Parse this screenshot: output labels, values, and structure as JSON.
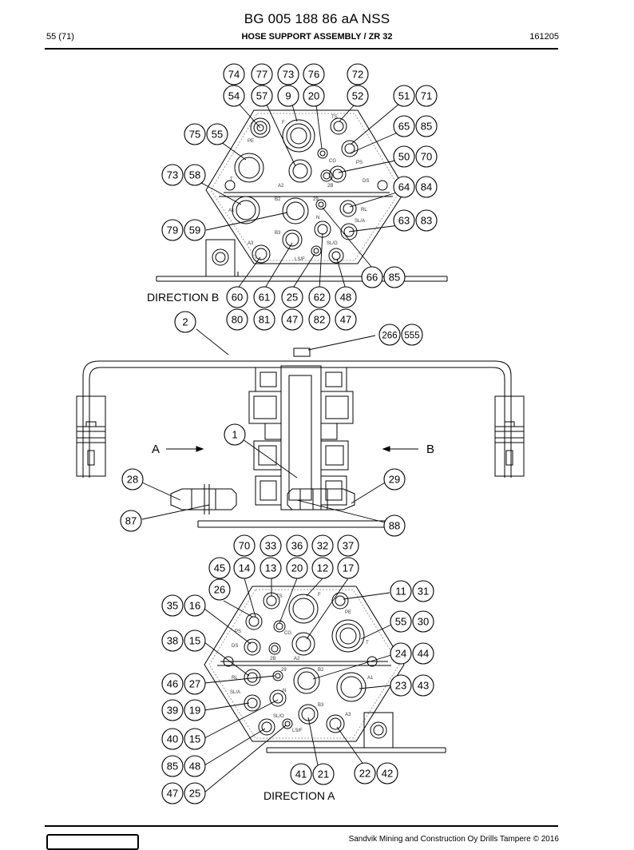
{
  "header": {
    "title": "BG 005 188 86 aA NSS",
    "page": "55 (71)",
    "section": "HOSE SUPPORT ASSEMBLY / ZR 32",
    "date": "161205"
  },
  "footer": {
    "copyright": "Sandvik Mining and Construction Oy Drills Tampere © 2016"
  },
  "views": {
    "direction_b": "DIRECTION B",
    "direction_a": "DIRECTION A",
    "arrow_a": "A",
    "arrow_b": "B"
  },
  "ports_b": [
    "PE",
    "F",
    "TS",
    "CG",
    "PS",
    "T",
    "A2",
    "2B",
    "DS",
    "B2",
    "29",
    "RL",
    "A1",
    "N",
    "SL/A",
    "B3",
    "A3",
    "LS/F",
    "SL/O"
  ],
  "ports_a": [
    "TS",
    "F",
    "PE",
    "PS",
    "CG",
    "T",
    "DS",
    "2B",
    "A2",
    "29",
    "B2",
    "RL",
    "A1",
    "SL/A",
    "N",
    "SL/O",
    "B3",
    "A3",
    "LS/F"
  ],
  "balloons": [
    "74",
    "77",
    "73",
    "76",
    "72",
    "54",
    "57",
    "9",
    "20",
    "52",
    "51",
    "71",
    "75",
    "55",
    "65",
    "85",
    "50",
    "70",
    "73",
    "58",
    "64",
    "84",
    "63",
    "83",
    "79",
    "59",
    "66",
    "85",
    "60",
    "61",
    "25",
    "62",
    "48",
    "80",
    "81",
    "47",
    "82",
    "47",
    "2",
    "266",
    "555",
    "1",
    "28",
    "29",
    "87",
    "88",
    "70",
    "33",
    "36",
    "32",
    "37",
    "45",
    "14",
    "13",
    "20",
    "12",
    "17",
    "26",
    "11",
    "31",
    "35",
    "16",
    "55",
    "30",
    "38",
    "15",
    "24",
    "44",
    "46",
    "27",
    "23",
    "43",
    "39",
    "19",
    "40",
    "15",
    "85",
    "48",
    "41",
    "21",
    "22",
    "42",
    "47",
    "25"
  ]
}
